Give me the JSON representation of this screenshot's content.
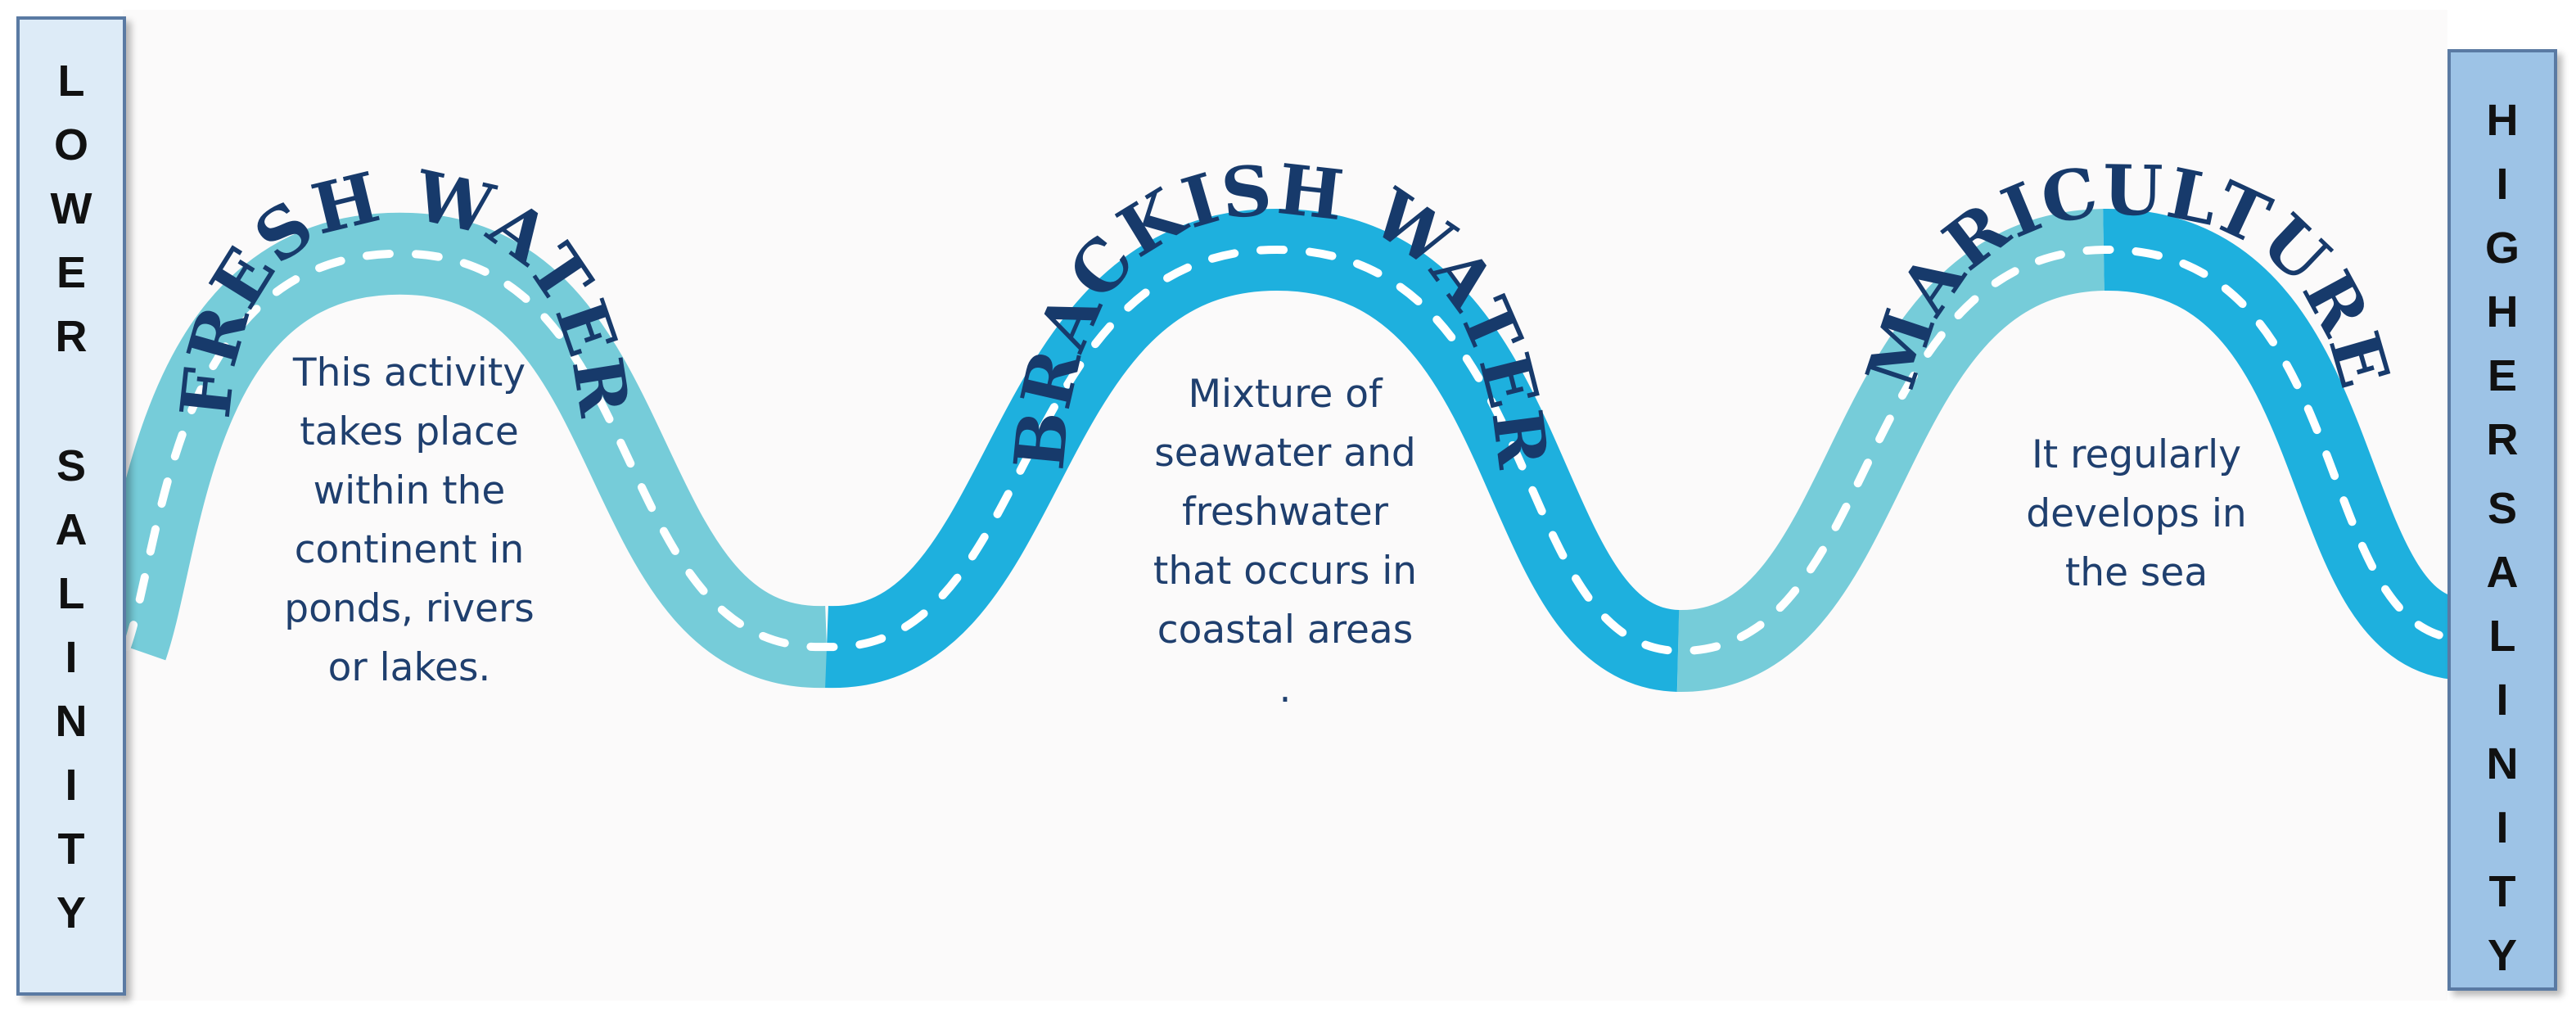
{
  "left_bar": {
    "words": [
      "LOWER",
      "SALINITY"
    ]
  },
  "right_bar": {
    "words": [
      "HIGHER",
      "SALINITY"
    ]
  },
  "stages": [
    {
      "title": "FRESH WATER",
      "description": "This activity\ntakes place\nwithin the\ncontinent in\nponds, rivers\nor lakes."
    },
    {
      "title": "BRACKISH WATER",
      "description": "Mixture of\nseawater and\nfreshwater\nthat occurs in\ncoastal areas\n."
    },
    {
      "title": "MARICULTURE",
      "description": "It regularly\ndevelops in\nthe sea"
    }
  ],
  "colors": {
    "light_water": "#76ccd9",
    "dark_water": "#1eb0de",
    "text": "#1f3f6e",
    "title": "#173a6b",
    "left_bar_fill": "#ddebf7",
    "right_bar_fill": "#9dc3e6"
  }
}
